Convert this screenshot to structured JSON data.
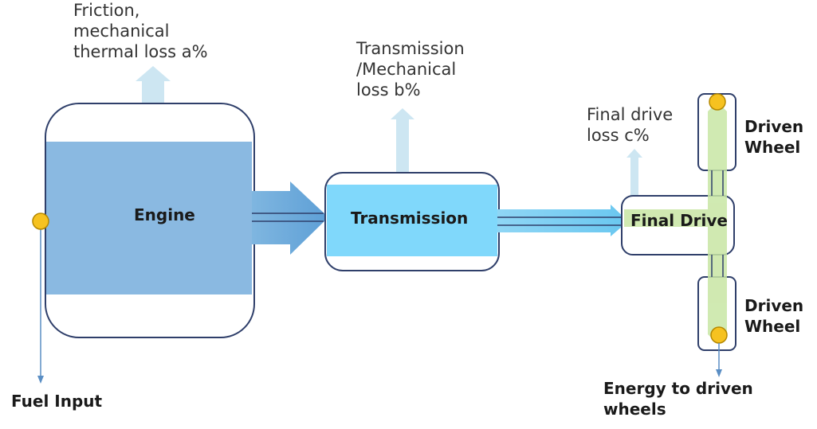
{
  "labels": {
    "engine": "Engine",
    "transmission": "Transmission",
    "final_drive": "Final Drive",
    "driven_wheel_top": "Driven\nWheel",
    "driven_wheel_bottom": "Driven\nWheel",
    "fuel_input": "Fuel Input",
    "energy_out": "Energy to driven\nwheels",
    "loss_engine": "Friction,\nmechanical\nthermal loss a%",
    "loss_transmission": "Transmission\n/Mechanical\nloss b%",
    "loss_final_drive": "Final drive\nloss c%"
  },
  "colors": {
    "engine_fill": "#8ab9e1",
    "transmission_fill": "#80d8fb",
    "loss_arrow": "#cbe6f3",
    "flow_arrow": "#6aa9dc",
    "wheel_flow": "#c8e6a4",
    "node": "#f6c220",
    "box_stroke": "#2f3f6a"
  }
}
